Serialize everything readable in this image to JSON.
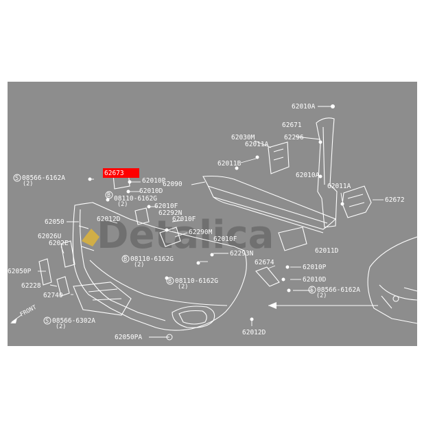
{
  "diagram": {
    "watermark": "Detalica",
    "highlighted_part": "62673",
    "direction_label": "FRONT",
    "part_labels": [
      {
        "id": "p01",
        "text": "62010A"
      },
      {
        "id": "p02",
        "text": "62671"
      },
      {
        "id": "p03",
        "text": "62030M"
      },
      {
        "id": "p04",
        "text": "62296"
      },
      {
        "id": "p05",
        "text": "62011A"
      },
      {
        "id": "p06",
        "text": "62011B"
      },
      {
        "id": "p07",
        "text": "62010A"
      },
      {
        "id": "p08",
        "text": "62011A"
      },
      {
        "id": "p09",
        "text": "62672"
      },
      {
        "id": "p10",
        "text": "62090"
      },
      {
        "id": "p11",
        "text": "08566-6162A"
      },
      {
        "id": "p12",
        "text": "(2)"
      },
      {
        "id": "p13",
        "text": "62010P"
      },
      {
        "id": "p14",
        "text": "62010D"
      },
      {
        "id": "p15",
        "text": "08110-6162G"
      },
      {
        "id": "p16",
        "text": "(2)"
      },
      {
        "id": "p17",
        "text": "62010F"
      },
      {
        "id": "p18",
        "text": "62292N"
      },
      {
        "id": "p19",
        "text": "62050"
      },
      {
        "id": "p20",
        "text": "62012D"
      },
      {
        "id": "p21",
        "text": "62010F"
      },
      {
        "id": "p22",
        "text": "62290M"
      },
      {
        "id": "p23",
        "text": "62026U"
      },
      {
        "id": "p24",
        "text": "62010F"
      },
      {
        "id": "p25",
        "text": "6202E"
      },
      {
        "id": "p26",
        "text": "62293N"
      },
      {
        "id": "p27",
        "text": "08110-6162G"
      },
      {
        "id": "p28",
        "text": "(2)"
      },
      {
        "id": "p29",
        "text": "62050P"
      },
      {
        "id": "p30",
        "text": "62674"
      },
      {
        "id": "p31",
        "text": "62010P"
      },
      {
        "id": "p32",
        "text": "08110-6162G"
      },
      {
        "id": "p33",
        "text": "(2)"
      },
      {
        "id": "p34",
        "text": "62228"
      },
      {
        "id": "p35",
        "text": "62010D"
      },
      {
        "id": "p36",
        "text": "62740"
      },
      {
        "id": "p37",
        "text": "08566-6162A"
      },
      {
        "id": "p38",
        "text": "(2)"
      },
      {
        "id": "p39",
        "text": "08566-6302A"
      },
      {
        "id": "p40",
        "text": "(2)"
      },
      {
        "id": "p41",
        "text": "62050PA"
      },
      {
        "id": "p42",
        "text": "62012D"
      },
      {
        "id": "p43",
        "text": "62011D"
      }
    ]
  }
}
